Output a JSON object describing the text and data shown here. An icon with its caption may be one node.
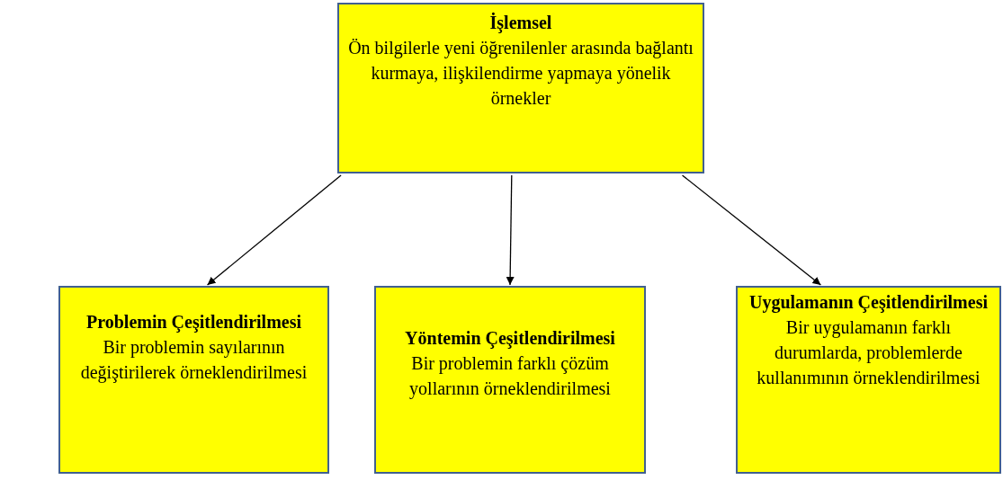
{
  "diagram": {
    "nodes": [
      {
        "text": [
          "İşlemsel",
          "Ön bilgilerle yeni öğrenilenler arasında bağlantı kurmaya, ilişkilendirme yapmaya yönelik örnekler"
        ]
      },
      {
        "text": [
          "Problemin Çeşitlendirilmesi",
          "Bir problemin sayılarının değiştirilerek örneklendirilmesi"
        ]
      },
      {
        "text": [
          "Yöntemin Çeşitlendirilmesi",
          "Bir problemin farklı çözüm yollarının örneklendirilmesi"
        ]
      },
      {
        "text": [
          "Uygulamanın Çeşitlendirilmesi",
          "Bir uygulamanın farklı durumlarda, problemlerde kullanımının örneklendirilmesi"
        ]
      }
    ],
    "edges": [
      {
        "from": 0,
        "to": 1,
        "arrow": "to"
      },
      {
        "from": 0,
        "to": 2,
        "arrow": "to"
      },
      {
        "from": 0,
        "to": 3,
        "arrow": "to"
      }
    ]
  }
}
